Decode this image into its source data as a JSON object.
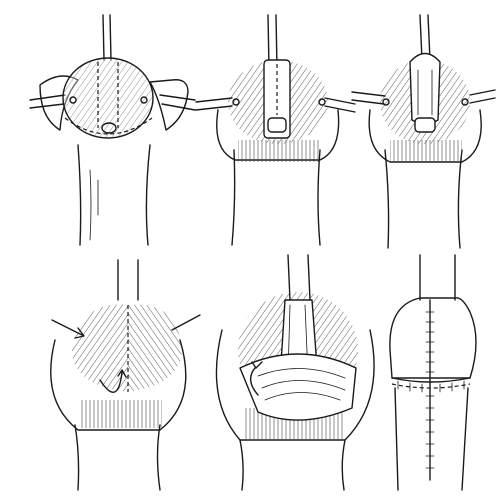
{
  "figure": {
    "kind": "surgical-illustration",
    "panel_count": 6,
    "colors": {
      "ink": "#1a1a1a",
      "background": "#ffffff"
    },
    "panels": [
      {
        "id": "top-left",
        "icon": "tissue-with-dashed-incision-icon"
      },
      {
        "id": "top-middle",
        "icon": "tissue-with-central-strip-icon"
      },
      {
        "id": "top-right",
        "icon": "tissue-strip-lifted-icon"
      },
      {
        "id": "bottom-left",
        "icon": "flaps-rotating-icon"
      },
      {
        "id": "bottom-middle",
        "icon": "flap-wrapped-icon"
      },
      {
        "id": "bottom-right",
        "icon": "sutured-result-icon"
      }
    ]
  }
}
